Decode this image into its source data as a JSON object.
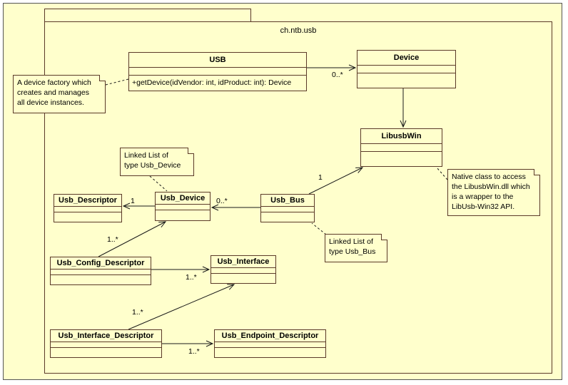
{
  "package": {
    "name": "ch.ntb.usb"
  },
  "classes": {
    "usb": {
      "name": "USB",
      "operation": "+getDevice(idVendor: int, idProduct: int): Device"
    },
    "device": {
      "name": "Device"
    },
    "libusbwin": {
      "name": "LibusbWin"
    },
    "usb_descriptor": {
      "name": "Usb_Descriptor"
    },
    "usb_device": {
      "name": "Usb_Device"
    },
    "usb_bus": {
      "name": "Usb_Bus"
    },
    "usb_config_descriptor": {
      "name": "Usb_Config_Descriptor"
    },
    "usb_interface": {
      "name": "Usb_Interface"
    },
    "usb_interface_descriptor": {
      "name": "Usb_Interface_Descriptor"
    },
    "usb_endpoint_descriptor": {
      "name": "Usb_Endpoint_Descriptor"
    }
  },
  "notes": {
    "device_factory": {
      "text": "A device factory which\ncreates and manages\nall device instances."
    },
    "linked_list_usb_device": {
      "text": "Linked List of\ntype Usb_Device"
    },
    "native_class": {
      "text": "Native class to access\nthe LibusbWin.dll which\nis a wrapper to the\nLibUsb-Win32 API."
    },
    "linked_list_usb_bus": {
      "text": "Linked List of\ntype Usb_Bus"
    }
  },
  "multiplicities": {
    "usb_to_device": "0..*",
    "libusbwin_to_usb_bus": "1",
    "usb_bus_to_usb_device": "0..*",
    "usb_device_to_usb_descriptor": "1",
    "usb_device_to_usb_config_descriptor": "1..*",
    "usb_config_descriptor_to_usb_interface": "1..*",
    "usb_interface_to_usb_interface_descriptor": "1..*",
    "usb_interface_descriptor_to_usb_endpoint_descriptor": "1..*"
  },
  "colors": {
    "canvas_background": "#ffffcc",
    "class_fill": "#ffffcc",
    "border": "#5b3a29",
    "line": "#1a1a1a",
    "text": "#000000"
  }
}
